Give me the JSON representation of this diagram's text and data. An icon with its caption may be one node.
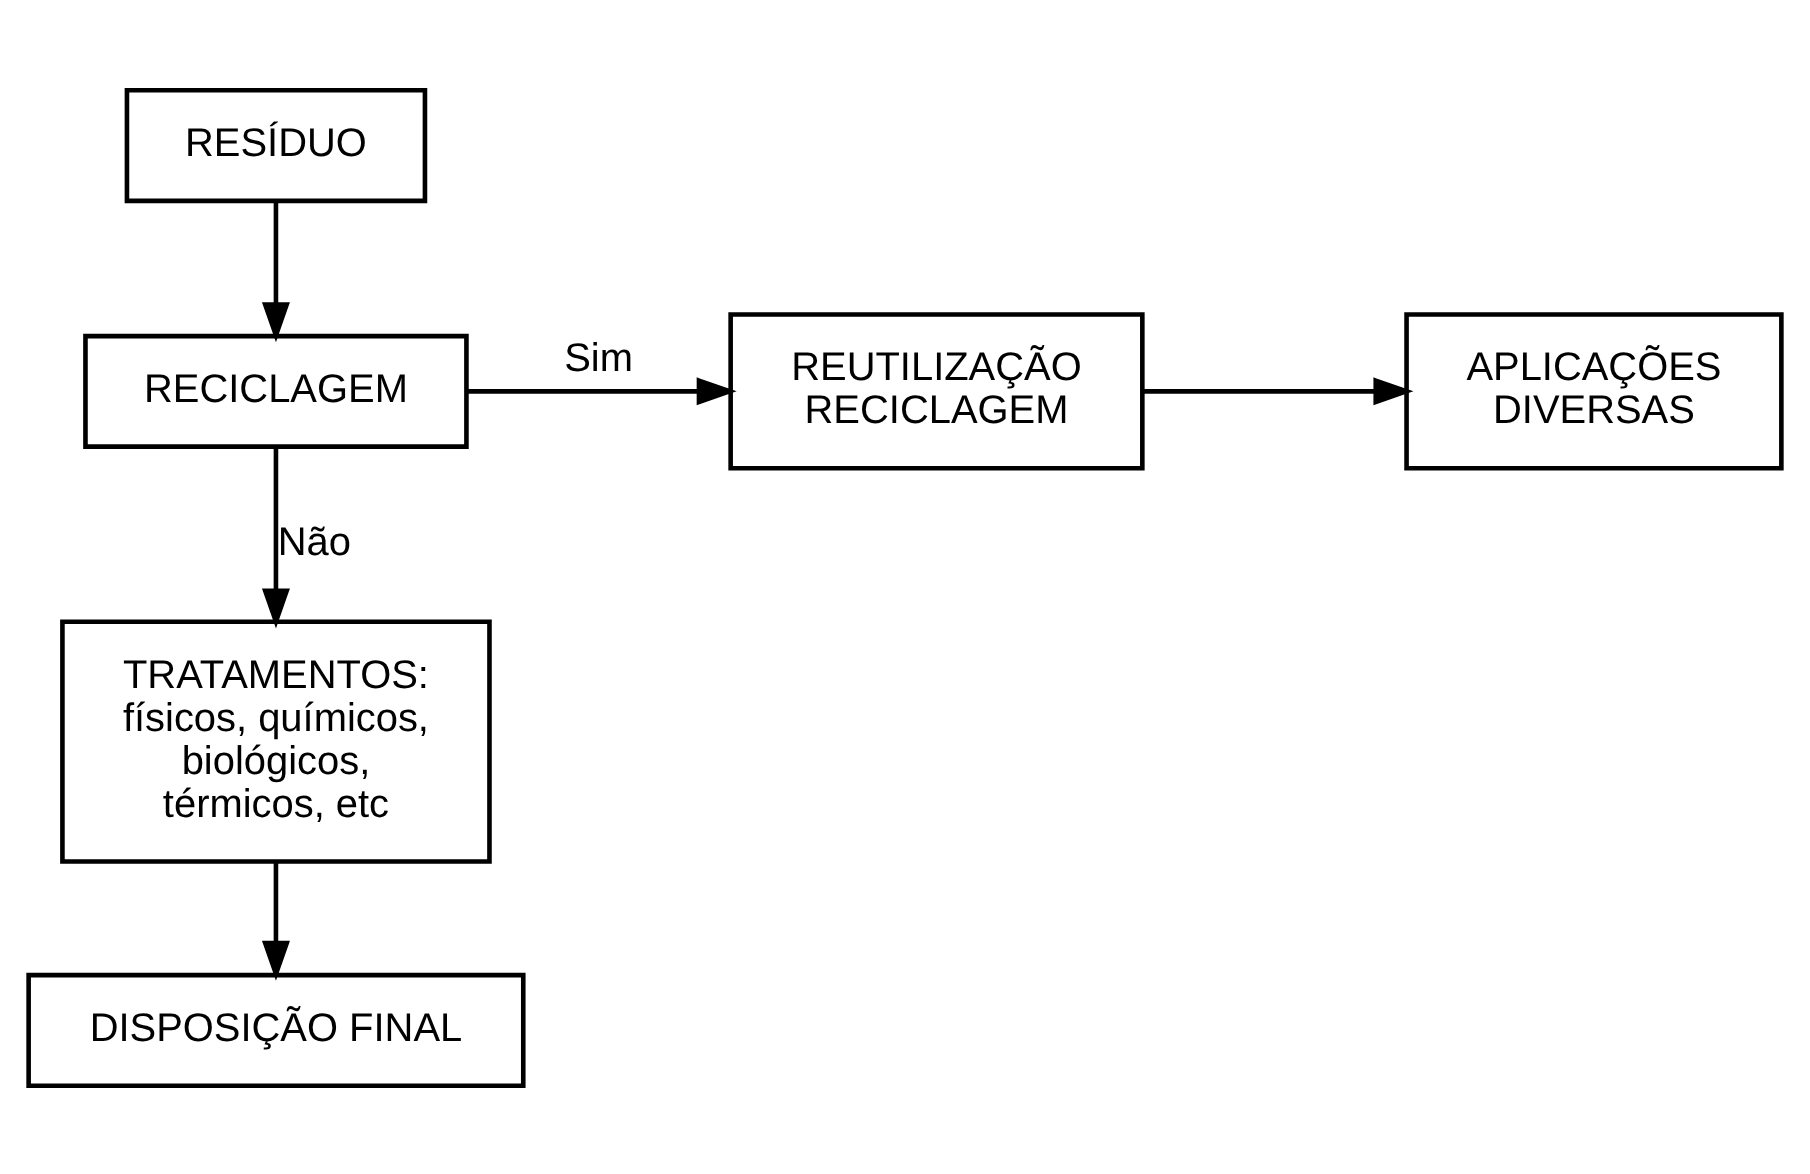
{
  "diagram": {
    "nodes": [
      {
        "text": [
          "RESÍDUO"
        ]
      },
      {
        "text": [
          "RECICLAGEM"
        ]
      },
      {
        "text": [
          "REUTILIZAÇÃO RECICLAGEM"
        ]
      },
      {
        "text": [
          "APLICAÇÕES DIVERSAS"
        ]
      },
      {
        "text": [
          "TRATAMENTOS:",
          "físicos, químicos, biológicos, térmicos, etc"
        ]
      },
      {
        "text": [
          "DISPOSIÇÃO FINAL"
        ]
      }
    ],
    "edges": [
      {
        "from": 0,
        "to": 1,
        "arrow": "to"
      },
      {
        "from": 1,
        "to": 2,
        "arrow": "to",
        "label": "Sim"
      },
      {
        "from": 2,
        "to": 3,
        "arrow": "to"
      },
      {
        "from": 1,
        "to": 4,
        "arrow": "to",
        "label": "Não"
      },
      {
        "from": 4,
        "to": 5,
        "arrow": "to"
      }
    ]
  }
}
